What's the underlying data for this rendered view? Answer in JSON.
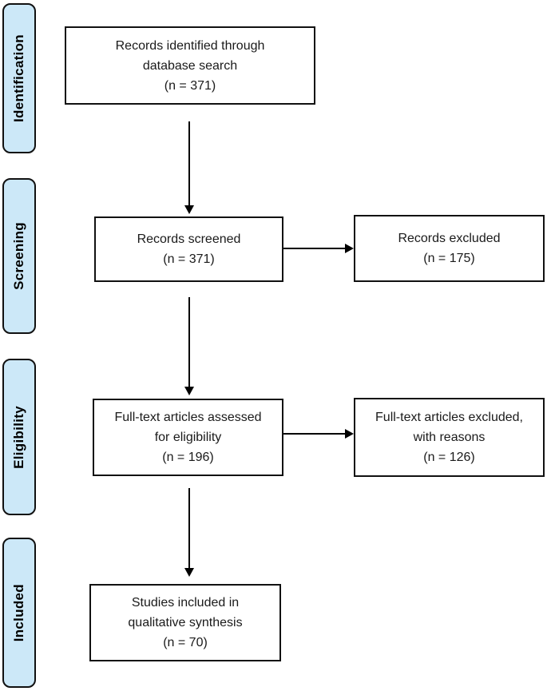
{
  "diagram": {
    "type": "prisma-flow-diagram",
    "stages": [
      {
        "label": "Identification"
      },
      {
        "label": "Screening"
      },
      {
        "label": "Eligibility"
      },
      {
        "label": "Included"
      }
    ],
    "flow_boxes": {
      "records_identified": {
        "lines": [
          "Records identified through",
          "database search",
          "(n = 371)"
        ]
      },
      "records_screened": {
        "lines": [
          "Records screened",
          "(n = 371)"
        ]
      },
      "records_excluded": {
        "lines": [
          "Records excluded",
          "(n = 175)"
        ]
      },
      "fulltext_assessed": {
        "lines": [
          "Full-text articles assessed",
          "for eligibility",
          "(n = 196)"
        ]
      },
      "fulltext_excluded": {
        "lines": [
          "Full-text articles excluded,",
          "with reasons",
          "(n = 126)"
        ]
      },
      "studies_included": {
        "lines": [
          "Studies included in",
          "qualitative synthesis",
          "(n = 70)"
        ]
      }
    },
    "colors": {
      "stage_fill": "#cce8f8",
      "stage_border": "#111111",
      "box_border": "#111111",
      "arrow": "#000000",
      "background": "#ffffff"
    }
  }
}
